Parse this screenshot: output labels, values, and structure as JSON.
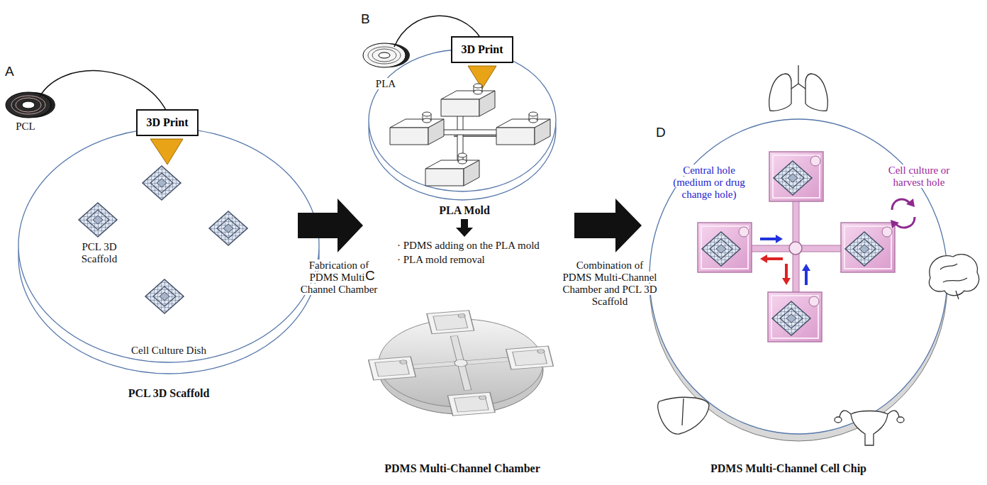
{
  "diagram": {
    "nodes": [
      {
        "text": [
          "3D Print"
        ]
      },
      {
        "text": [
          "3D Print"
        ]
      }
    ],
    "labels": [
      "A",
      "PCL",
      "PCL 3D Scaffold",
      "Cell Culture Dish",
      "PCL 3D Scaffold",
      "Fabrication of PDMS Multi-Channel Chamber",
      "B",
      "PLA",
      "PLA Mold",
      "· PDMS adding on the PLA mold",
      "· PLA mold removal",
      "C",
      "PDMS Multi-Channel Chamber",
      "Combination of PDMS Multi-Channel Chamber and PCL 3D Scaffold",
      "D",
      "Central hole (medium or drug change hole)",
      "Cell culture or harvest hole",
      "PDMS Multi-Channel Cell Chip"
    ]
  }
}
